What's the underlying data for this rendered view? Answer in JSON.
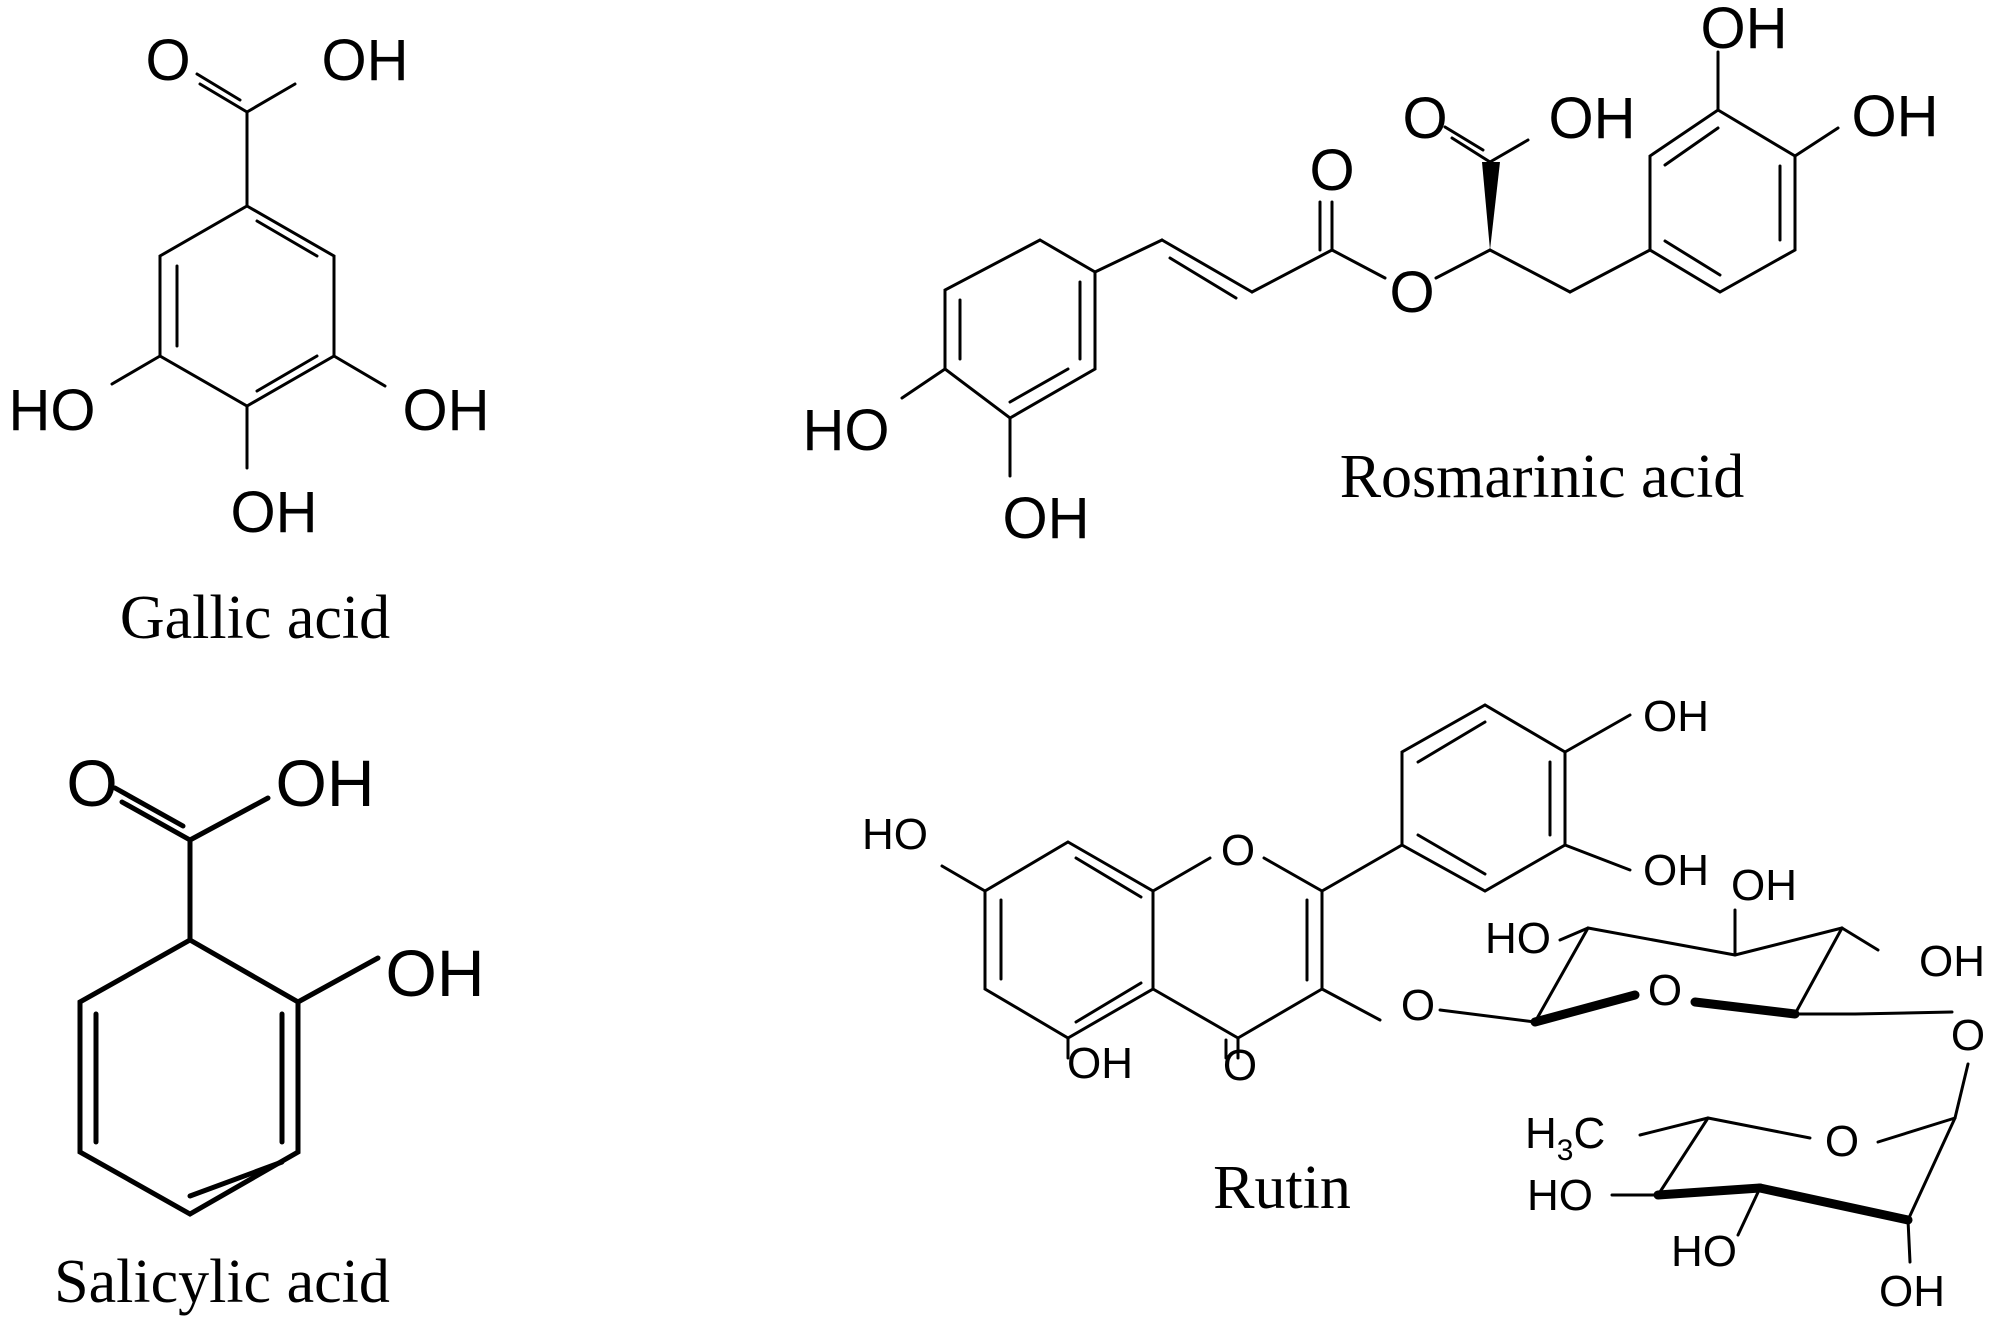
{
  "compounds": {
    "gallic": {
      "name": "Gallic acid",
      "labels": {
        "o": "O",
        "oh_top": "OH",
        "ho_left": "HO",
        "oh_right": "OH",
        "oh_bottom": "OH"
      }
    },
    "rosmarinic": {
      "name": "Rosmarinic acid",
      "labels": {
        "o_carbonyl": "O",
        "o_acid": "O",
        "oh_acid": "OH",
        "o_ester": "O",
        "oh_ring2_top": "OH",
        "oh_ring2_right": "OH",
        "ho_ring1": "HO",
        "oh_ring1": "OH"
      }
    },
    "salicylic": {
      "name": "Salicylic acid",
      "labels": {
        "o": "O",
        "oh_acid": "OH",
        "oh_phenol": "OH"
      }
    },
    "rutin": {
      "name": "Rutin",
      "labels": {
        "ho_a7": "HO",
        "o_ring": "O",
        "oh_b4": "OH",
        "oh_b3": "OH",
        "oh_a5": "OH",
        "o_keto": "O",
        "o_glyc": "O",
        "ho_glc": "HO",
        "oh_glc_top": "OH",
        "oh_glc_right": "OH",
        "o_glc_ring": "O",
        "o_link": "O",
        "h3c_main": "H",
        "h3c_sub": "3",
        "h3c_c": "C",
        "o_rha_ring": "O",
        "ho_rha_left": "HO",
        "ho_rha_bottom": "HO",
        "oh_rha_bottom": "OH"
      }
    }
  }
}
